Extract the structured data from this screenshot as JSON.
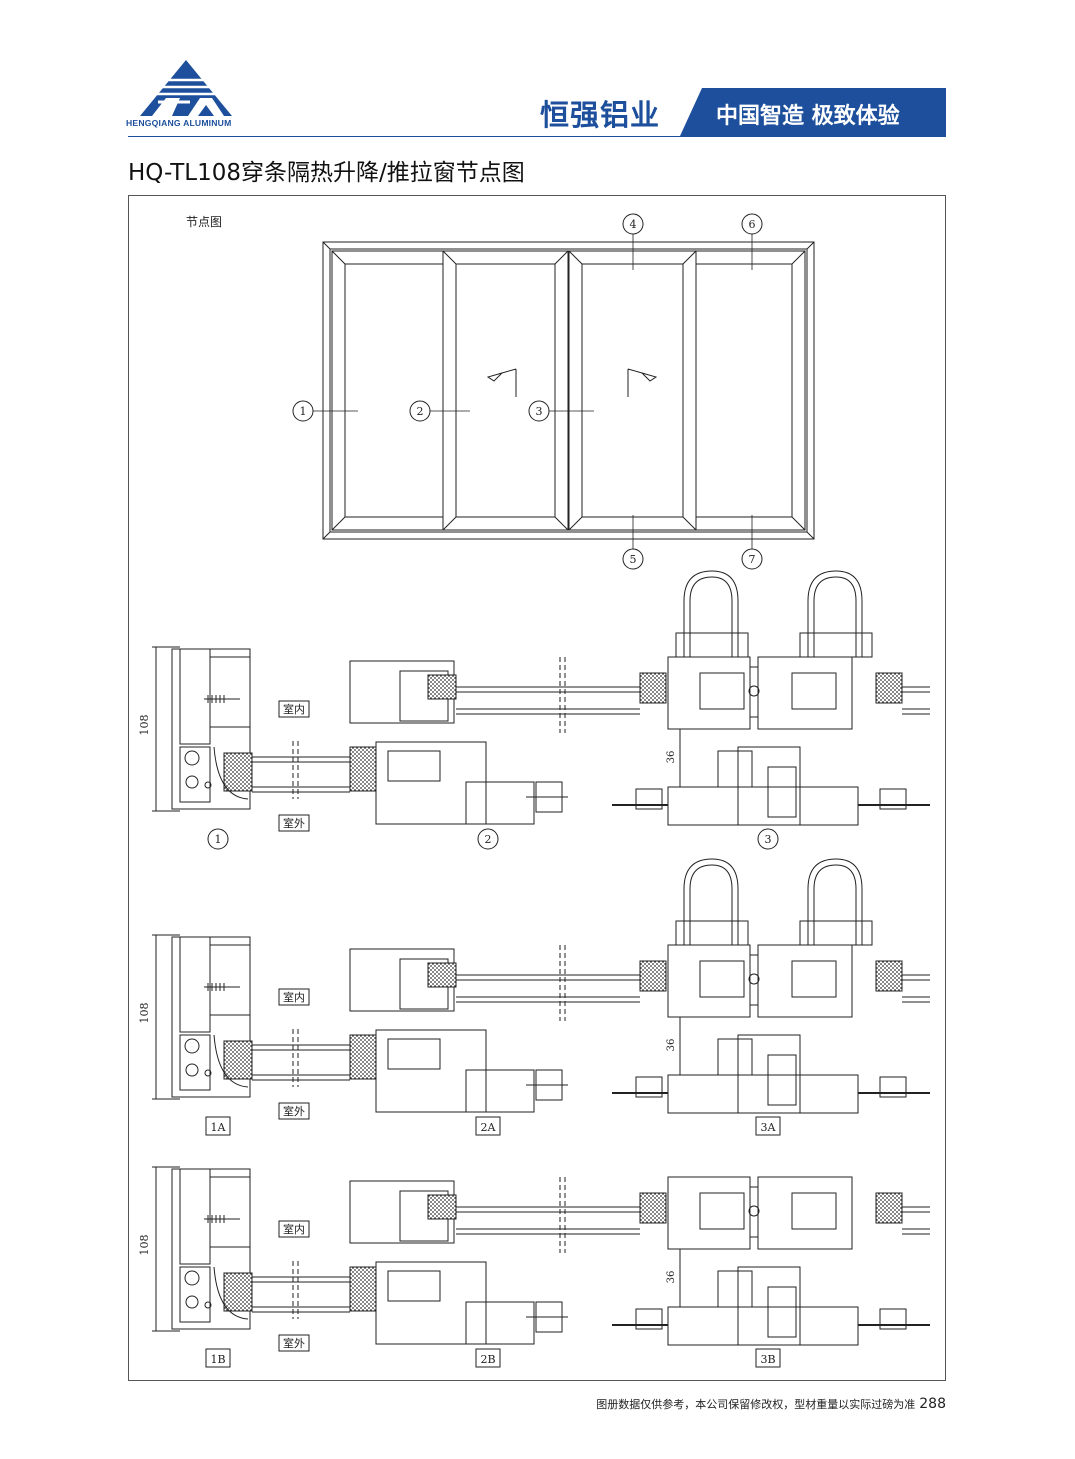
{
  "header": {
    "logo_text": "HENGQIANG ALUMINUM",
    "brand": "恒强铝业",
    "slogan": "中国智造 极致体验"
  },
  "title": "HQ-TL108穿条隔热升降/推拉窗节点图",
  "elevation": {
    "label": "节点图",
    "callouts": [
      "1",
      "2",
      "3",
      "4",
      "5",
      "6",
      "7"
    ]
  },
  "sections": {
    "indoor_label": "室内",
    "outdoor_label": "室外",
    "dimension": "108",
    "gap_dimension": "36",
    "rows": [
      {
        "labels": [
          "1",
          "2",
          "3"
        ]
      },
      {
        "labels": [
          "1A",
          "2A",
          "3A"
        ]
      },
      {
        "labels": [
          "1B",
          "2B",
          "3B"
        ]
      }
    ]
  },
  "footer": {
    "note": "图册数据仅供参考，本公司保留修改权，型材重量以实际过磅为准",
    "page_number": "288"
  },
  "colors": {
    "brand_blue": "#1d4f9c",
    "line": "#222222"
  }
}
